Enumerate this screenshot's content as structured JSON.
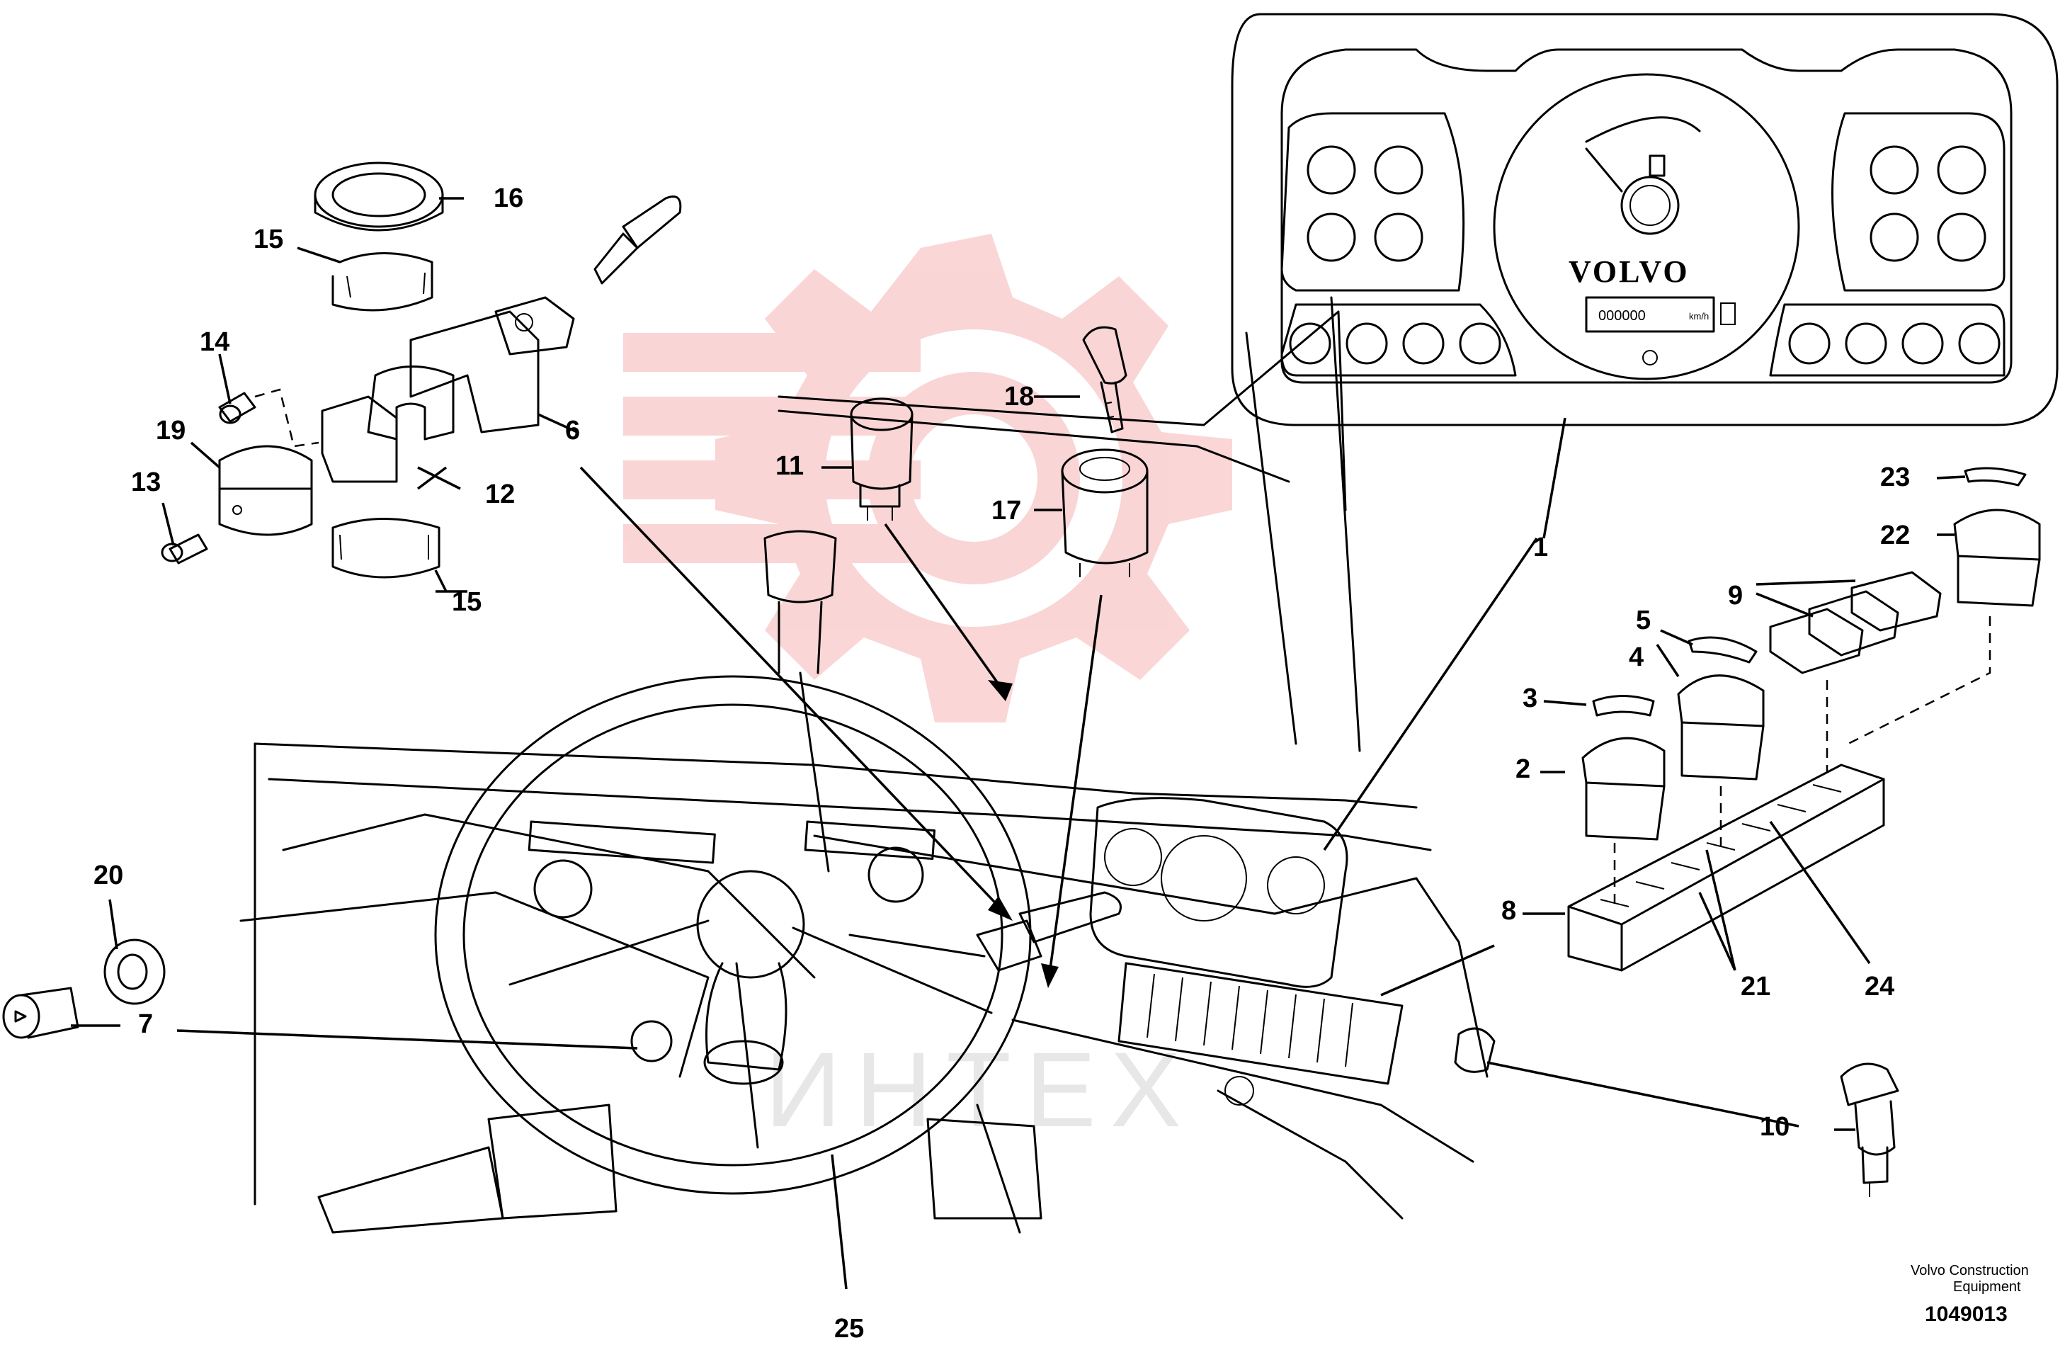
{
  "brand": "VOLVO",
  "odometer": {
    "value": "000000",
    "unit": "km/h"
  },
  "watermark": "ИНТЕХ",
  "footer": {
    "line1": "Volvo Construction",
    "line2": "Equipment",
    "doc_number": "1049013"
  },
  "callouts": [
    "1",
    "2",
    "3",
    "4",
    "5",
    "6",
    "7",
    "8",
    "9",
    "10",
    "11",
    "12",
    "13",
    "14",
    "15",
    "15",
    "16",
    "17",
    "18",
    "19",
    "20",
    "21",
    "22",
    "23",
    "24",
    "25"
  ],
  "colors": {
    "line": "#000000",
    "watermark": "#f2a9aa",
    "background": "#ffffff"
  }
}
